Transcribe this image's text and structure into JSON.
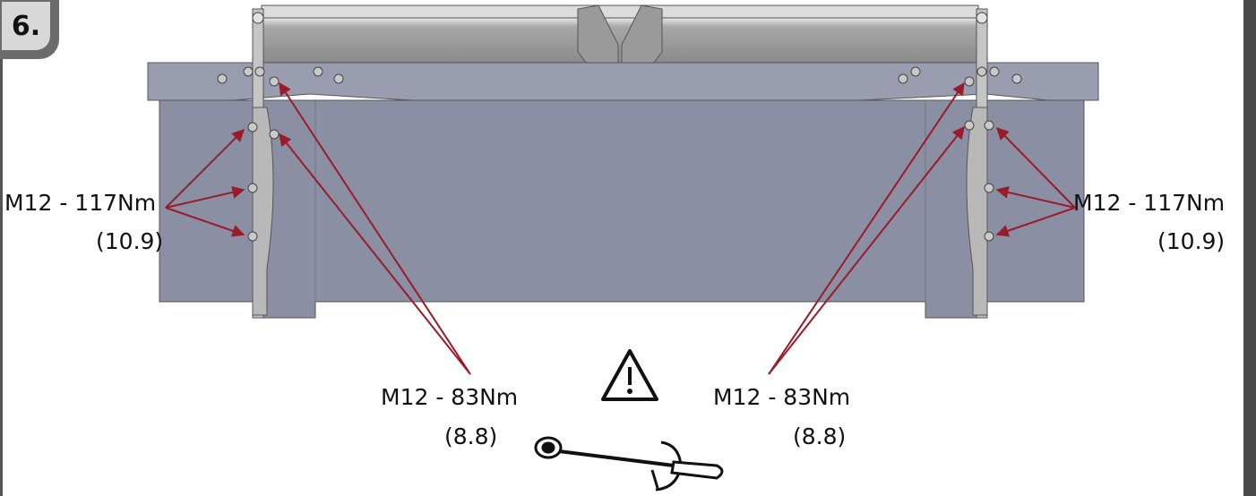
{
  "step": {
    "number": "6."
  },
  "labels": {
    "left_torque": "M12 - 117Nm",
    "left_grade": "(10.9)",
    "right_torque": "M12 - 117Nm",
    "right_grade": "(10.9)",
    "center_left_torque": "M12 - 83Nm",
    "center_left_grade": "(8.8)",
    "center_right_torque": "M12 - 83Nm",
    "center_right_grade": "(8.8)"
  },
  "colors": {
    "arrow": "#9a1b2a",
    "body": "#8b8fa3",
    "body_dark": "#6f7386",
    "frame": "#4a4a4a"
  },
  "icons": {
    "warning": "warning-triangle-icon",
    "wrench": "torque-wrench-icon"
  }
}
